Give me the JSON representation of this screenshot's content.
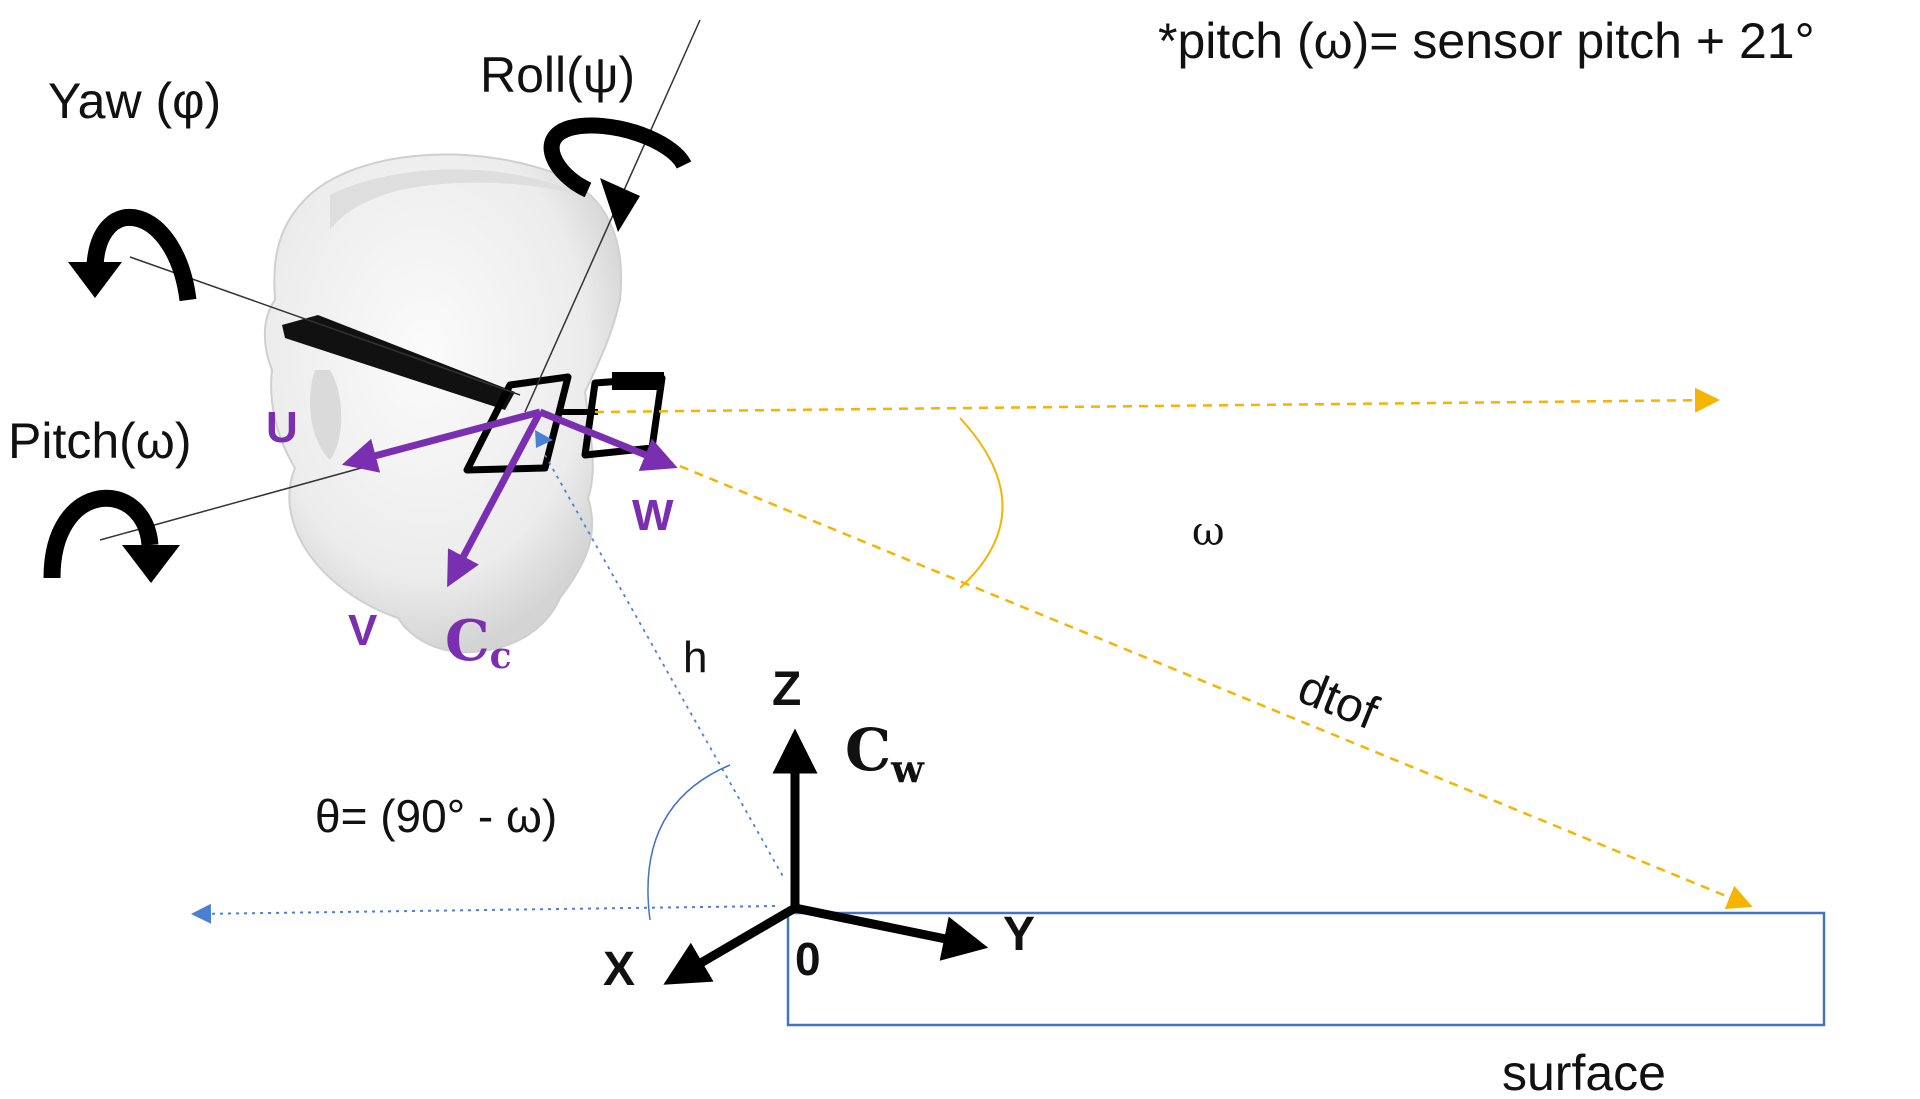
{
  "colors": {
    "background": "#ffffff",
    "black": "#000000",
    "axis_purple": "#7a2fb0",
    "ray_yellow": "#f4b400",
    "ray_blue": "#4a7fd4",
    "surface_blue": "#4472c4",
    "thin_line": "#333333",
    "head_fill": "#efefef",
    "head_shade": "#d6d6d6"
  },
  "icons": {
    "head": "head-with-smart-glasses-icon",
    "yaw": "curved-rotation-arrow-icon",
    "roll": "curved-rotation-arrow-icon",
    "pitch": "curved-rotation-arrow-icon"
  },
  "labels": {
    "note": "*pitch (ω)= sensor pitch + 21°",
    "yaw": "Yaw (φ)",
    "roll": "Roll(ψ)",
    "pitch": "Pitch(ω)",
    "u": "U",
    "v": "V",
    "w": "W",
    "cc_main": "C",
    "cc_sub": "c",
    "omega": "ω",
    "h": "h",
    "dtof": "dtof",
    "theta": "θ= (90° - ω)",
    "z": "Z",
    "cw_main": "C",
    "cw_sub": "w",
    "x": "X",
    "y": "Y",
    "origin": "0",
    "surface": "surface"
  }
}
